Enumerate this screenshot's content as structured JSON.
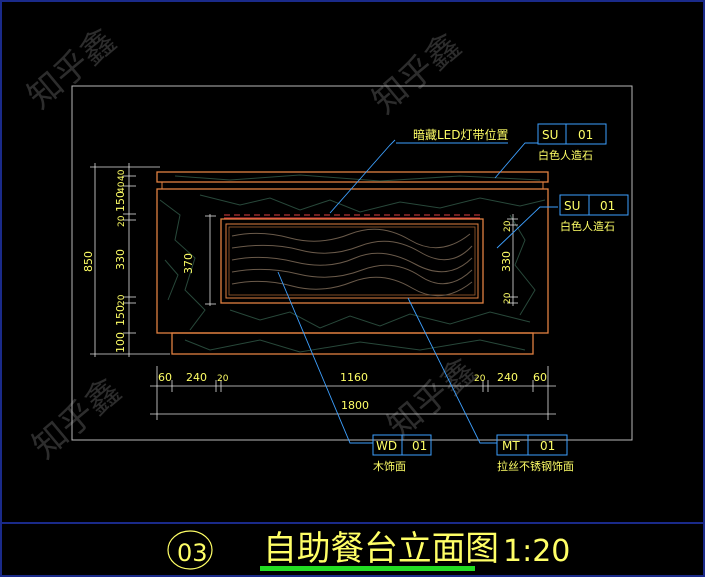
{
  "watermark": "知乎鑫",
  "colors": {
    "background": "#000000",
    "frame": "#1a2a8a",
    "outline": "#b8b8b8",
    "cabinet": "#e08040",
    "stone_vein": "#28483a",
    "led": "#e04040",
    "wood_grain": "#6a5a4a",
    "dimension": "#e0e0e0",
    "dim_text": "#ffff66",
    "leader": "#3da0ff",
    "tag_box": "#3da0ff",
    "tag_text": "#ffff66",
    "title_text": "#ffff66",
    "title_underline": "#22dd22"
  },
  "annotations": {
    "led": {
      "label": "暗藏LED灯带位置"
    },
    "su_top": {
      "code": "SU",
      "num": "01",
      "desc": "白色人造石"
    },
    "su_side": {
      "code": "SU",
      "num": "01",
      "desc": "白色人造石"
    },
    "wd": {
      "code": "WD",
      "num": "01",
      "desc": "木饰面"
    },
    "mt": {
      "code": "MT",
      "num": "01",
      "desc": "拉丝不锈钢饰面"
    }
  },
  "dimensions": {
    "total_height": "850",
    "left_stack": [
      "40",
      "40",
      "150",
      "20",
      "330",
      "20",
      "150",
      "100"
    ],
    "inner_height": "370",
    "right_stack": [
      "20",
      "330",
      "20"
    ],
    "bottom_row": [
      "60",
      "240",
      "20",
      "1160",
      "20",
      "240",
      "60"
    ],
    "total_width": "1800"
  },
  "title_block": {
    "number": "03",
    "title": "自助餐台立面图",
    "scale": "1:20"
  }
}
